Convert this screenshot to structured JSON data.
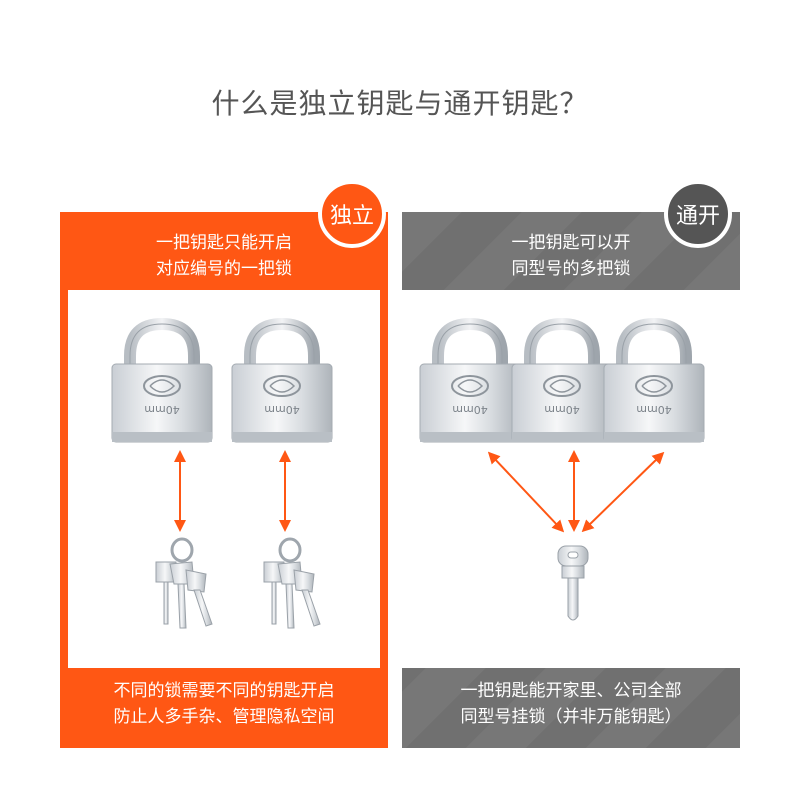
{
  "title": "什么是独立钥匙与通开钥匙？",
  "left": {
    "badge": "独立",
    "head_line1": "一把钥匙只能开启",
    "head_line2": "对应编号的一把锁",
    "foot_line1": "不同的锁需要不同的钥匙开启",
    "foot_line2": "防止人多手杂、管理隐私空间",
    "accent": "#ff5714"
  },
  "right": {
    "badge": "通开",
    "head_line1": "一把钥匙可以开",
    "head_line2": "同型号的多把锁",
    "foot_line1": "一把钥匙能开家里、公司全部",
    "foot_line2": "同型号挂锁（并非万能钥匙）",
    "accent": "#707070"
  },
  "padlock_label": "40mm"
}
